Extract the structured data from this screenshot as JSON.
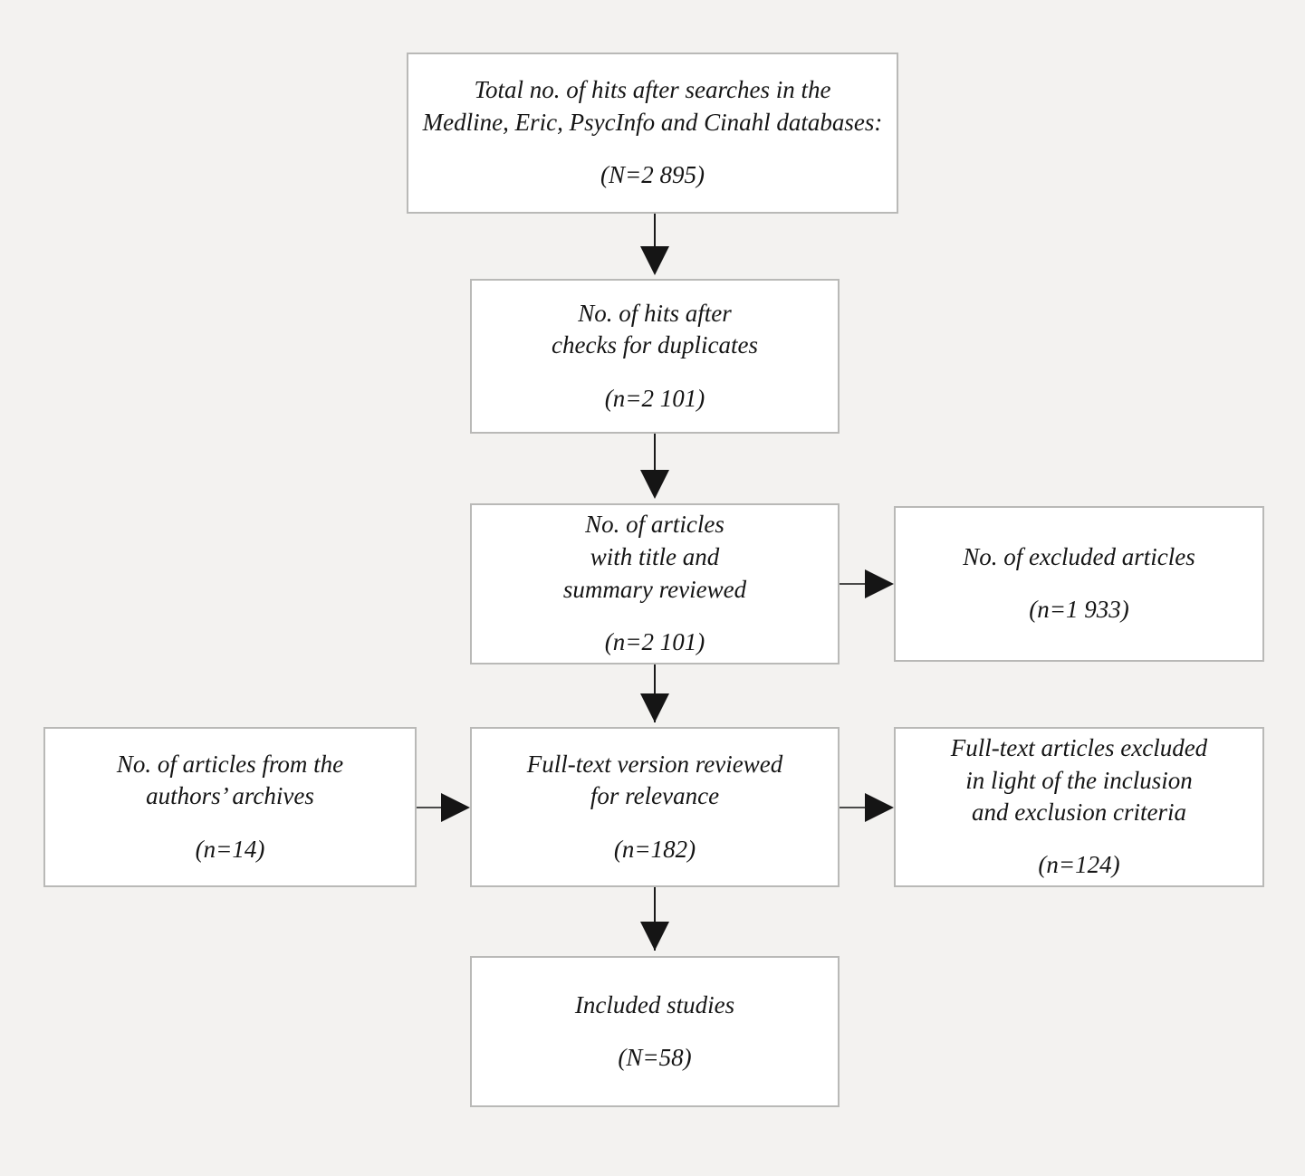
{
  "diagram": {
    "title": "PRISMA study selection flowchart",
    "background_color": "#f3f2f0",
    "box_fill_color": "#ffffff",
    "box_border_color": "#b9b9b7",
    "arrow_color": "#151515",
    "nodes": [
      {
        "id": "total-hits",
        "lines": [
          "Total no. of hits after searches in the",
          "Medline, Eric, PsycInfo and Cinahl databases:"
        ],
        "count": "(N=2 895)"
      },
      {
        "id": "after-duplicates",
        "lines": [
          "No. of hits after",
          "checks for duplicates"
        ],
        "count": "(n=2 101)"
      },
      {
        "id": "title-summary-reviewed",
        "lines": [
          "No. of articles",
          "with title and",
          "summary reviewed"
        ],
        "count": "(n=2 101)"
      },
      {
        "id": "excluded-articles",
        "lines": [
          "No. of excluded articles"
        ],
        "count": "(n=1 933)"
      },
      {
        "id": "authors-archives",
        "lines": [
          "No. of articles from the",
          "authors’ archives"
        ],
        "count": "(n=14)"
      },
      {
        "id": "fulltext-reviewed",
        "lines": [
          "Full-text version reviewed",
          "for relevance"
        ],
        "count": "(n=182)"
      },
      {
        "id": "fulltext-excluded",
        "lines": [
          "Full-text articles excluded",
          "in light of the inclusion",
          "and exclusion criteria"
        ],
        "count": "(n=124)"
      },
      {
        "id": "included-studies",
        "lines": [
          "Included studies"
        ],
        "count": "(N=58)"
      }
    ],
    "edges": [
      {
        "from": "total-hits",
        "to": "after-duplicates",
        "direction": "down"
      },
      {
        "from": "after-duplicates",
        "to": "title-summary-reviewed",
        "direction": "down"
      },
      {
        "from": "title-summary-reviewed",
        "to": "excluded-articles",
        "direction": "right"
      },
      {
        "from": "title-summary-reviewed",
        "to": "fulltext-reviewed",
        "direction": "down"
      },
      {
        "from": "authors-archives",
        "to": "fulltext-reviewed",
        "direction": "right"
      },
      {
        "from": "fulltext-reviewed",
        "to": "fulltext-excluded",
        "direction": "right"
      },
      {
        "from": "fulltext-reviewed",
        "to": "included-studies",
        "direction": "down"
      }
    ]
  }
}
